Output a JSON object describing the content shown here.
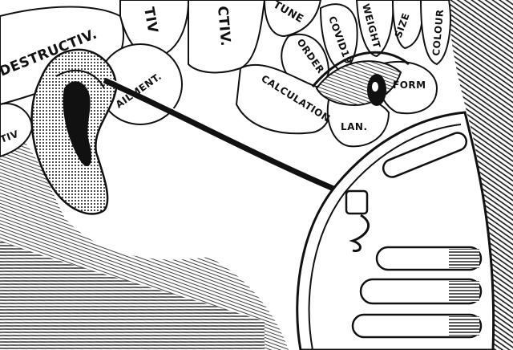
{
  "labels": {
    "destructive_left": "DESTRUCTIV.",
    "fragment_tiv": "TIV",
    "constructive_top": "CTIV.",
    "tune": "TUNE",
    "covid": "COVID19",
    "weight": "WEIGHT",
    "size": "SIZE",
    "colour": "COLOUR",
    "order": "ORDER",
    "ailment": "AILMENT.",
    "calculation": "CALCULATION",
    "form": "FORM",
    "language": "LAN.",
    "fragment_tiv_small": "TIV"
  },
  "colors": {
    "ink": "#111111",
    "paper": "#ffffff"
  }
}
